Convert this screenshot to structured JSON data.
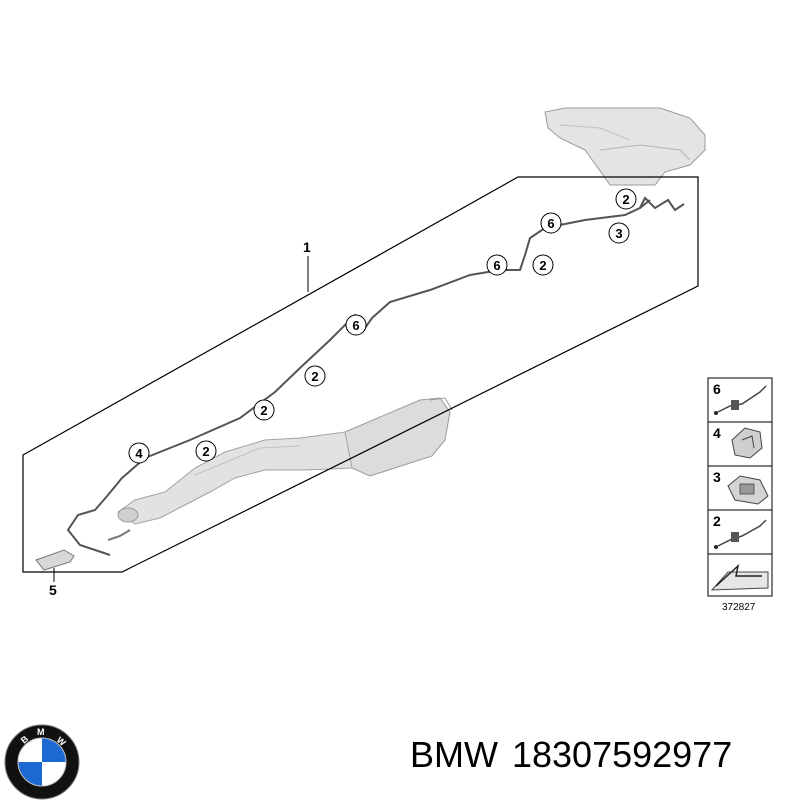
{
  "callouts": {
    "main": "1",
    "bracket": "5",
    "c1": "2",
    "c2": "3",
    "c3": "6",
    "c4": "6",
    "c5": "2",
    "c6": "6",
    "c7": "2",
    "c8": "2",
    "c9": "4",
    "c10": "2"
  },
  "legend": {
    "items": [
      "6",
      "4",
      "3",
      "2"
    ],
    "ref_number": "372827"
  },
  "logo": {
    "letters": "B M W",
    "colors": {
      "blue": "#1c69d4",
      "ring": "#111111"
    }
  },
  "caption": {
    "brand": "BMW",
    "part_number": "18307592977"
  }
}
